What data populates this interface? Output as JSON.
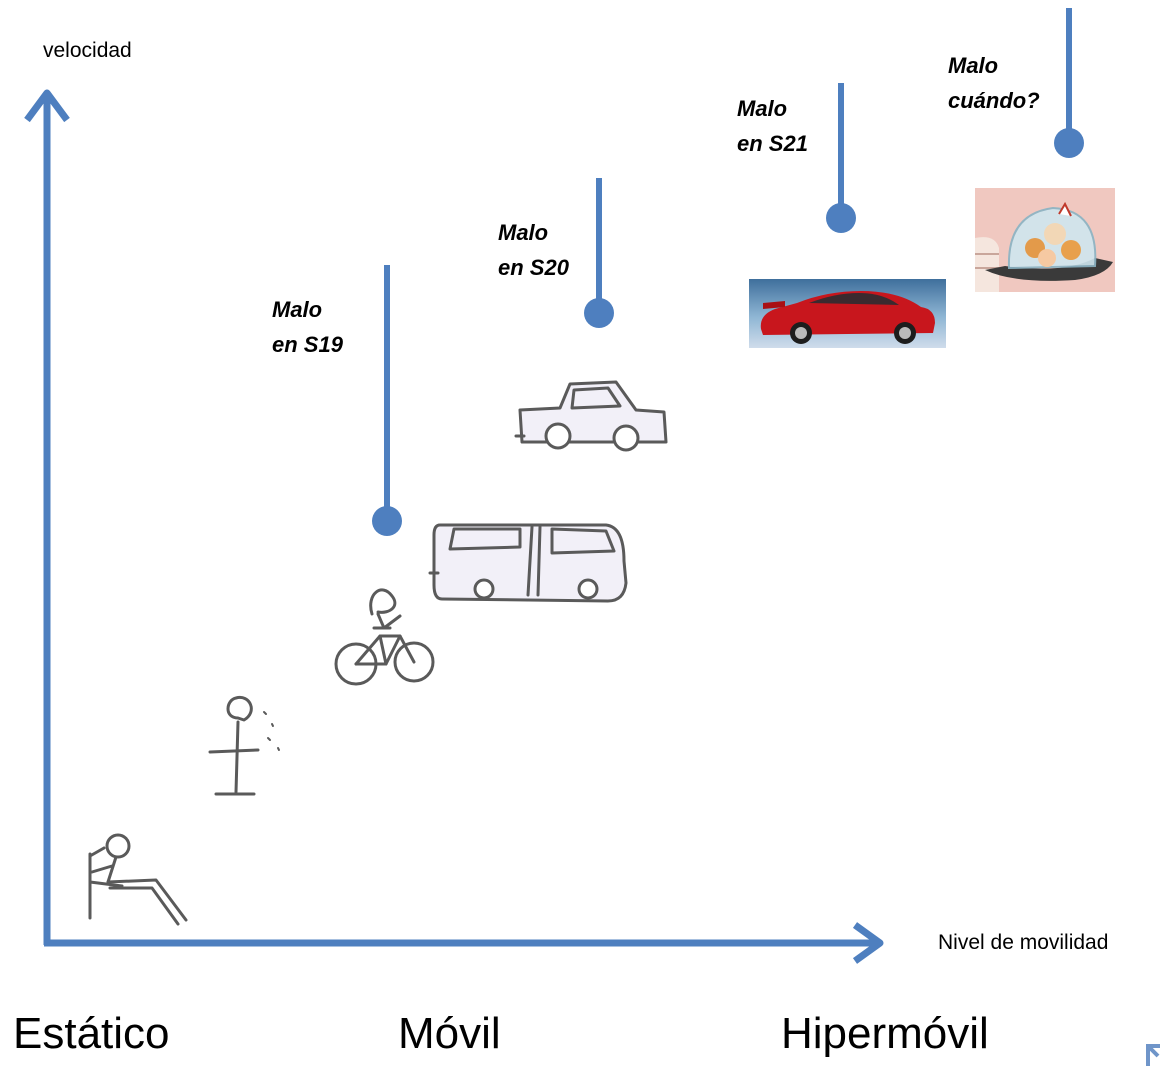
{
  "axes": {
    "y_label": "velocidad",
    "x_label": "Nivel de movilidad"
  },
  "callouts": [
    {
      "line1": "Malo",
      "line2": "en S19"
    },
    {
      "line1": "Malo",
      "line2": "en S20"
    },
    {
      "line1": "Malo",
      "line2": "en S21"
    },
    {
      "line1": "Malo",
      "line2": "cuándo?"
    }
  ],
  "levels": {
    "static": "Estático",
    "mobile": "Móvil",
    "hypermobile": "Hipermóvil"
  },
  "colors": {
    "accent": "#4e7fbf",
    "sketch": "#5a5a5a"
  }
}
